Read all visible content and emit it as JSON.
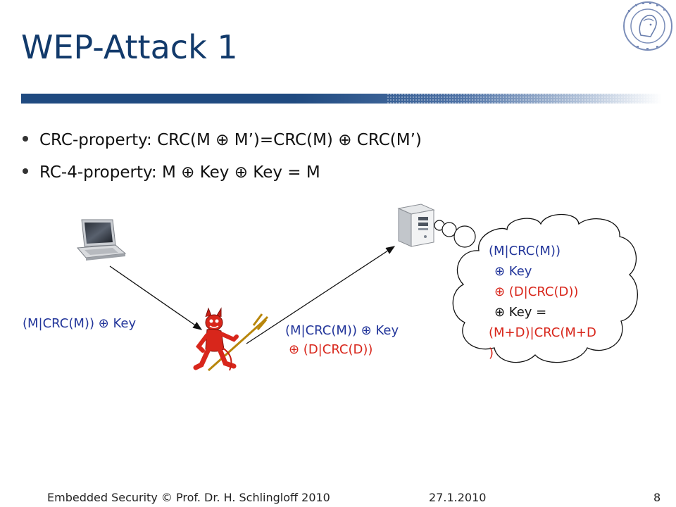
{
  "slide": {
    "title": "WEP-Attack 1",
    "bullets": [
      "CRC-property: CRC(M ⊕ M’)=CRC(M) ⊕ CRC(M’)",
      "RC-4-property: M ⊕ Key ⊕ Key = M"
    ]
  },
  "diagram": {
    "label_sent": "(M|CRC(M)) ⊕ Key",
    "label_forwarded_1": "(M|CRC(M)) ⊕ Key",
    "label_forwarded_2": "⊕ (D|CRC(D))",
    "cloud_lines": [
      "(M|CRC(M))",
      "⊕ Key",
      "⊕ (D|CRC(D))",
      "⊕ Key   =",
      "(M+D)|CRC(M+D",
      ")"
    ]
  },
  "footer": {
    "left": "Embedded Security   © Prof. Dr. H. Schlingloff 2010",
    "date": "27.1.2010",
    "page": "8"
  },
  "colors": {
    "title": "#123a6b",
    "text_blue": "#22359a",
    "text_red": "#d8261b"
  },
  "icons": {
    "logo": "university-seal-icon",
    "laptop": "laptop-icon",
    "server": "server-icon",
    "attacker": "devil-icon"
  }
}
